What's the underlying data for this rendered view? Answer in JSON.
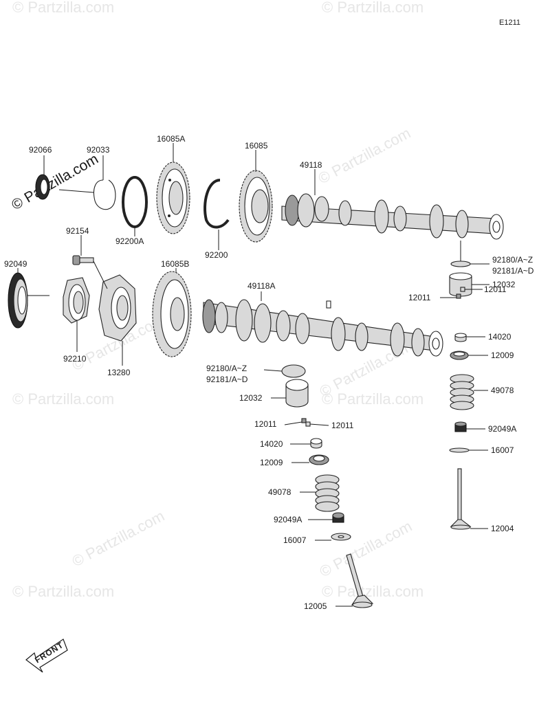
{
  "reference_code": "E1211",
  "watermark": "© Partzilla.com",
  "watermark_brand": "© Partzilla.com",
  "front_label": "FRONT",
  "colors": {
    "line": "#1a1a1a",
    "part_fill": "#d9d9d9",
    "dark_fill": "#2a2a2a",
    "watermark": "#e6e6e6"
  },
  "parts": {
    "p92066": "92066",
    "p92033": "92033",
    "p16085A": "16085A",
    "p16085": "16085",
    "p49118": "49118",
    "p92200A": "92200A",
    "p92200": "92200",
    "p92154": "92154",
    "p92049": "92049",
    "p16085B": "16085B",
    "p49118A": "49118A",
    "p92180_r": "92180/A~Z",
    "p92181_r": "92181/A~D",
    "p12032_r": "12032",
    "p12011_r1": "12011",
    "p12011_r2": "12011",
    "p14020_r": "14020",
    "p12009_r": "12009",
    "p49078_r": "49078",
    "p92049A_r": "92049A",
    "p16007_r": "16007",
    "p12004": "12004",
    "p92210": "92210",
    "p13280": "13280",
    "p92180_c": "92180/A~Z",
    "p92181_c": "92181/A~D",
    "p12032_c": "12032",
    "p12011_c1": "12011",
    "p12011_c2": "12011",
    "p14020_c": "14020",
    "p12009_c": "12009",
    "p49078_c": "49078",
    "p92049A_c": "92049A",
    "p16007_c": "16007",
    "p12005": "12005"
  }
}
